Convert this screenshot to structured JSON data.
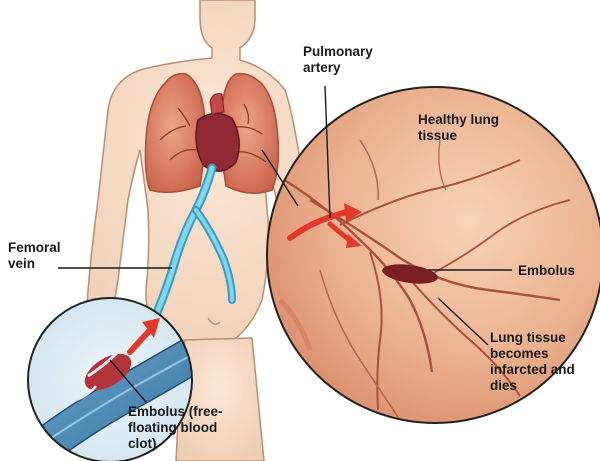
{
  "labels": {
    "pulmonary_artery": "Pulmonary\nartery",
    "healthy_lung": "Healthy lung\ntissue",
    "femoral_vein": "Femoral\nvein",
    "embolus": "Embolus",
    "infarcted": "Lung tissue\nbecomes\ninfarcted and\ndies",
    "embolus_clot": "Embolus (free-\nfloating blood\nclot)"
  },
  "colors": {
    "skin": "#f6dcc5",
    "skin_outline": "#b98f72",
    "lung": "#e08a6e",
    "lung_outline": "#a8513b",
    "heart": "#8f2a35",
    "vein": "#5ec3e2",
    "artery_red": "#e23a2a",
    "tissue": "#e8a27e",
    "label_text": "#1a1a1a"
  }
}
